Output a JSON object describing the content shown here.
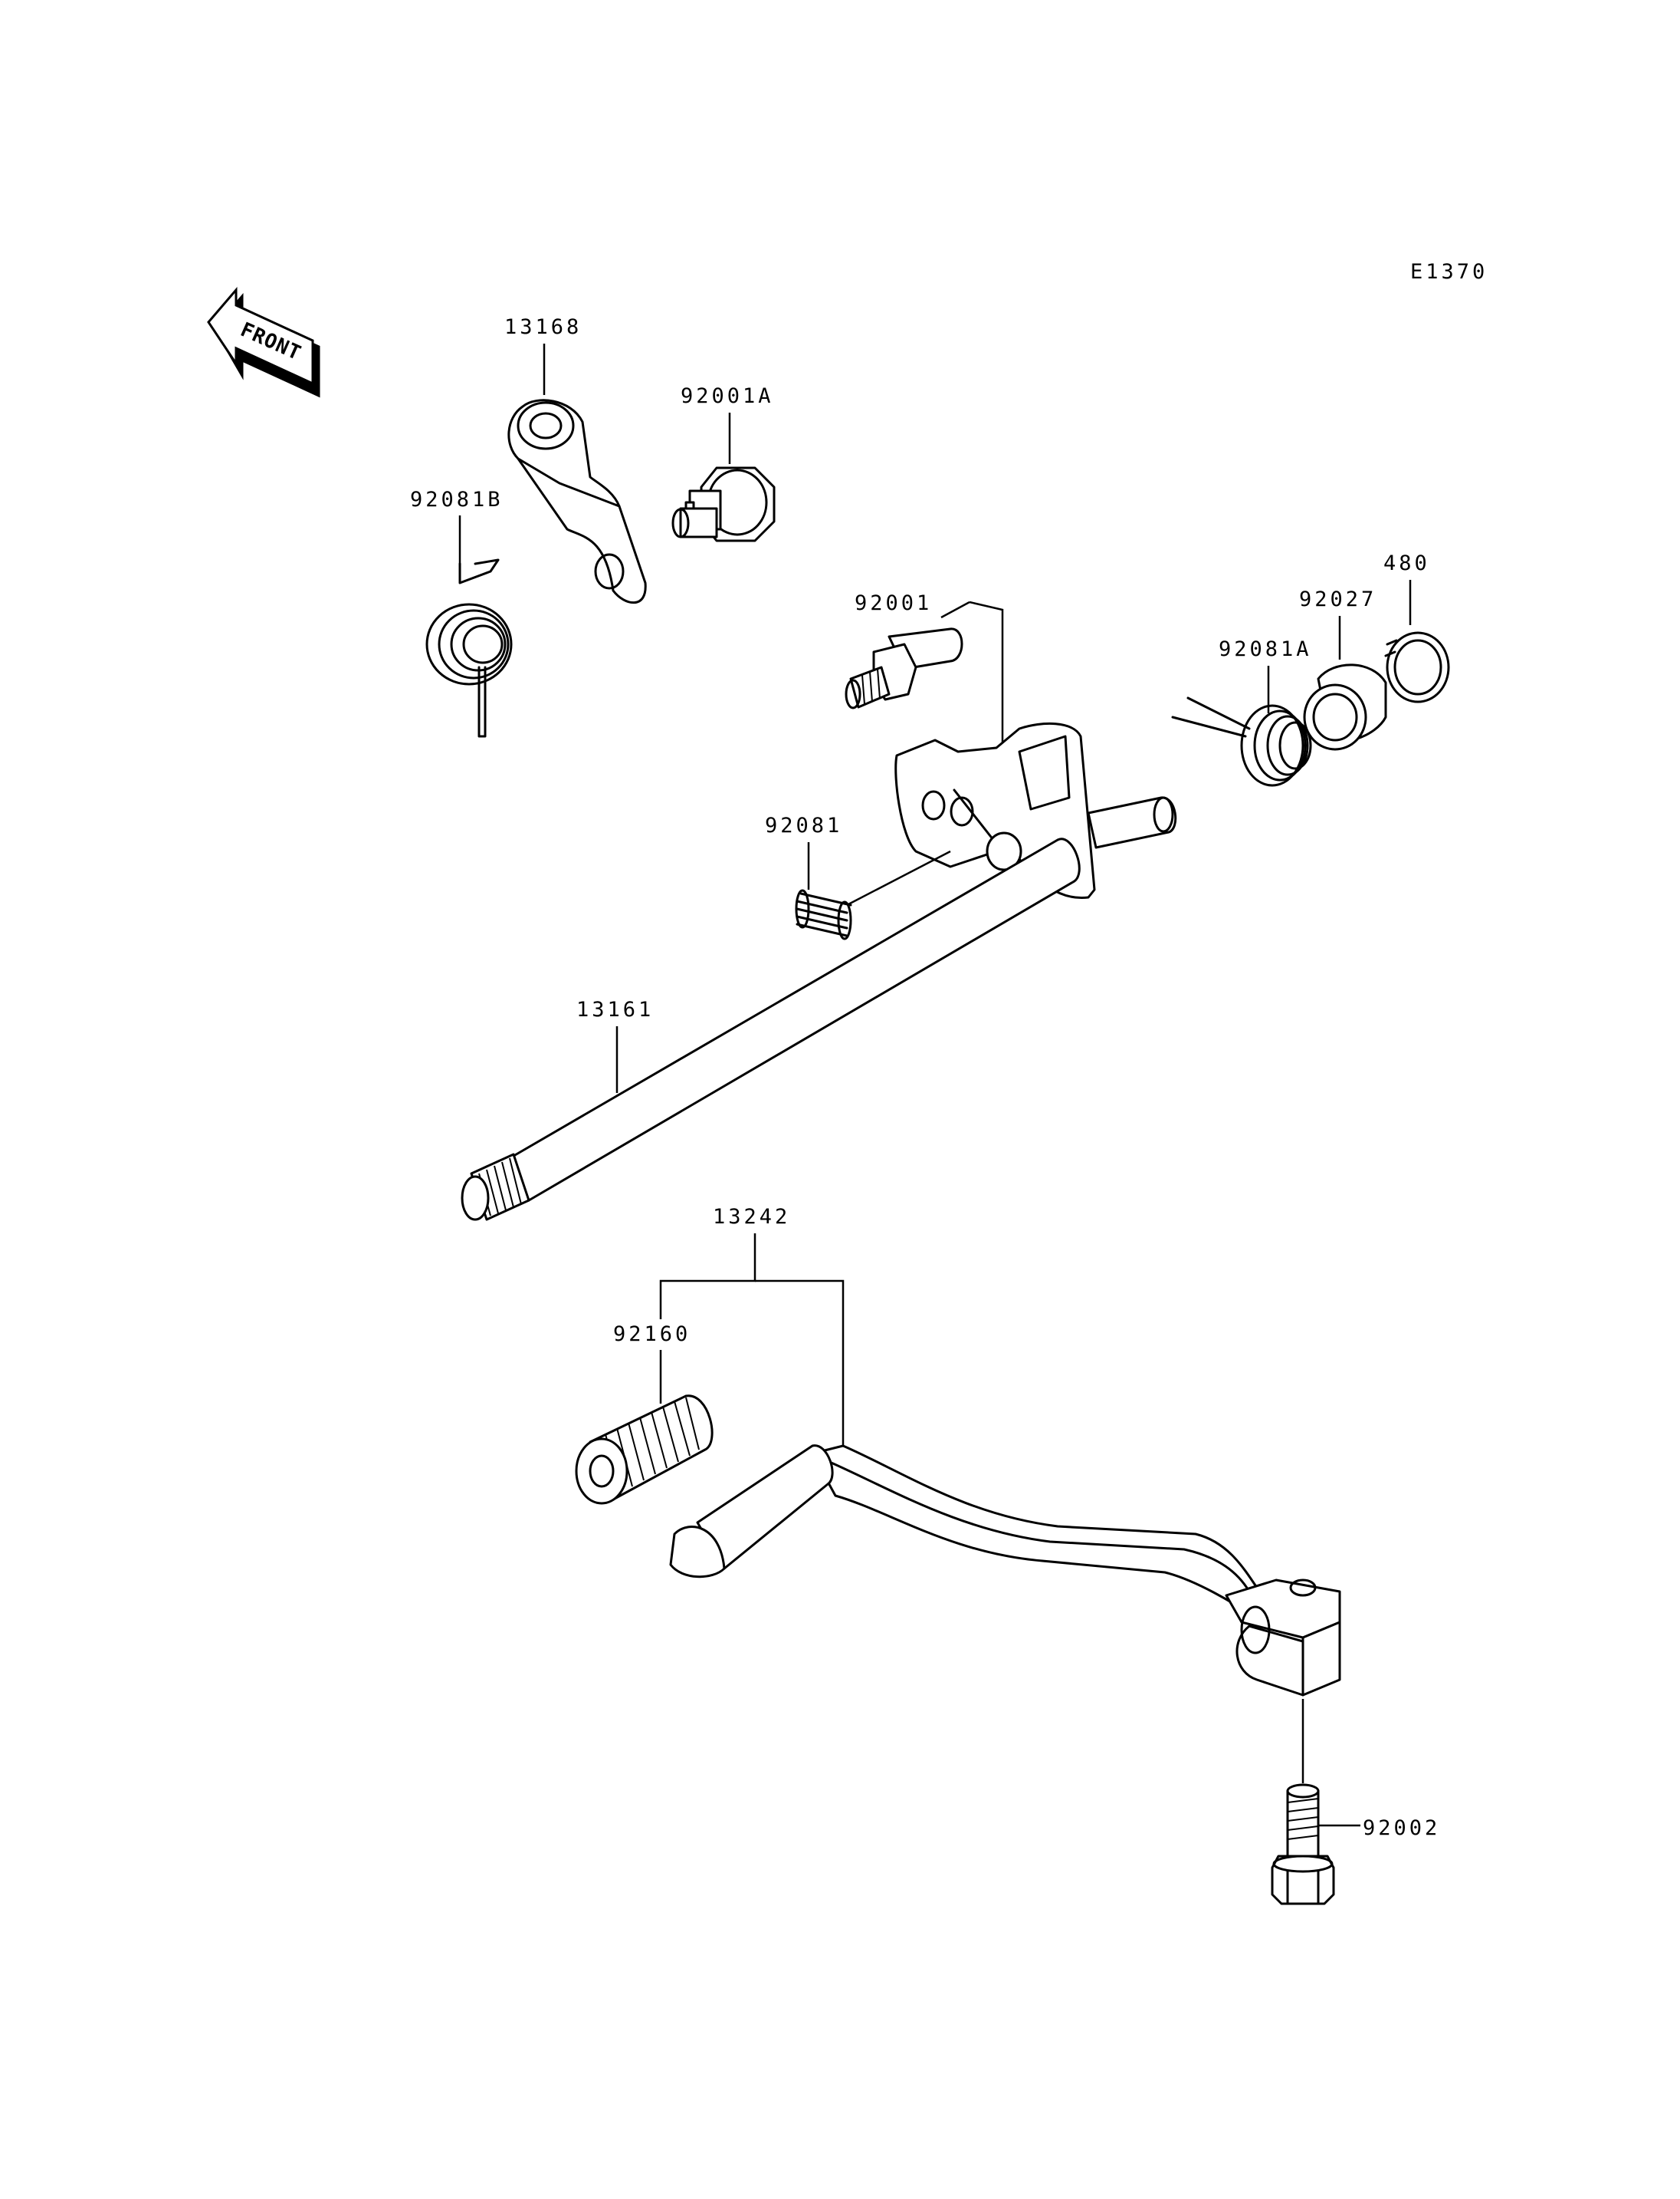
{
  "diagram_code": "E1370",
  "front_arrow_label": "FRONT",
  "parts": {
    "p13168": "13168",
    "p92001A": "92001A",
    "p92081B": "92081B",
    "p92001": "92001",
    "p92081A": "92081A",
    "p92027": "92027",
    "p480": "480",
    "p92081": "92081",
    "p13161": "13161",
    "p13242": "13242",
    "p92160": "92160",
    "p92002": "92002"
  }
}
